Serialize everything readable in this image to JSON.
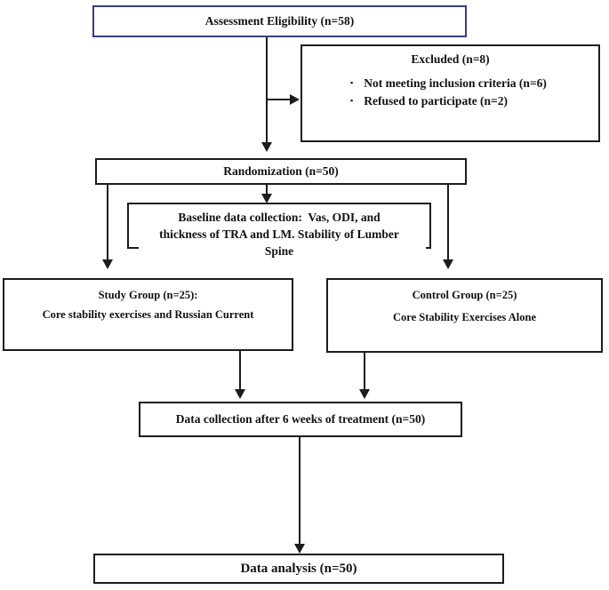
{
  "diagram": {
    "boxes": {
      "assessment": {
        "label": "Assessment Eligibility (n=58)"
      },
      "excluded": {
        "title": "Excluded (n=8)",
        "items": [
          "Not meeting inclusion criteria (n=6)",
          "Refused to participate (n=2)"
        ]
      },
      "randomization": {
        "label": "Randomization (n=50)"
      },
      "baseline": {
        "lines": [
          "Baseline data collection:  Vas, ODI, and",
          "thickness of TRA and LM. Stability of Lumber",
          "Spine"
        ]
      },
      "study": {
        "title": "Study Group (n=25):",
        "subtitle": "Core stability exercises and Russian Current"
      },
      "control": {
        "title": "Control Group (n=25)",
        "subtitle": "Core Stability Exercises Alone"
      },
      "collection": {
        "label": "Data collection after 6 weeks of treatment (n=50)"
      },
      "analysis": {
        "label": "Data analysis (n=50)"
      }
    },
    "icons": {
      "bullet": "▪"
    },
    "colors": {
      "accent_border": "#35407e",
      "box_border": "#1c1c1c",
      "background": "#ffffff"
    }
  }
}
